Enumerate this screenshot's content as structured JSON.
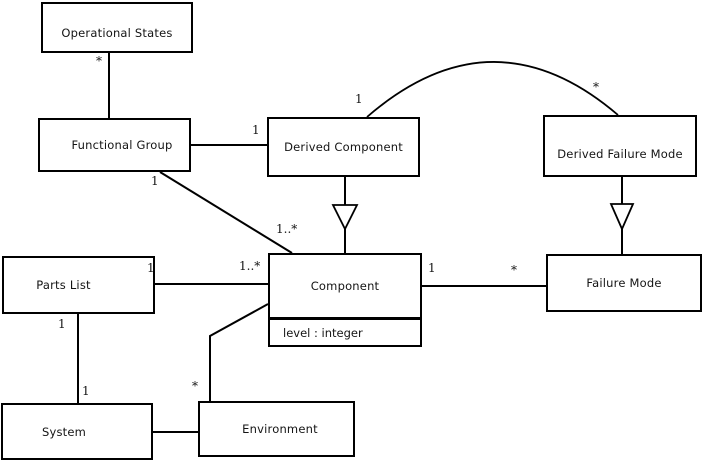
{
  "diagram": {
    "type": "uml-class-diagram",
    "background": "#ffffff",
    "line_color": "#000000",
    "text_color": "#141414"
  },
  "classes": [
    {
      "name": "Operational States"
    },
    {
      "name": "Functional Group"
    },
    {
      "name": "Derived Component"
    },
    {
      "name": "Derived Failure Mode"
    },
    {
      "name": "Parts List"
    },
    {
      "name": "Component",
      "attributes": [
        "level : integer"
      ]
    },
    {
      "name": "Failure Mode"
    },
    {
      "name": "System"
    },
    {
      "name": "Environment"
    }
  ],
  "multiplicities": [
    {
      "end": "operational-states-bottom",
      "text": "*"
    },
    {
      "end": "derived-component-left",
      "text": "1"
    },
    {
      "end": "functional-group-diagonal",
      "text": "1"
    },
    {
      "end": "component-diagonal",
      "text": "1..*"
    },
    {
      "end": "derived-component-arc",
      "text": "1"
    },
    {
      "end": "derived-failure-mode-arc",
      "text": "*"
    },
    {
      "end": "parts-list-right",
      "text": "1"
    },
    {
      "end": "component-left",
      "text": "1..*"
    },
    {
      "end": "component-right",
      "text": "1"
    },
    {
      "end": "failure-mode-left",
      "text": "*"
    },
    {
      "end": "parts-list-bottom",
      "text": "1"
    },
    {
      "end": "system-top",
      "text": "1"
    },
    {
      "end": "environment-top",
      "text": "*"
    }
  ],
  "relationships": [
    {
      "from": "Operational States",
      "to": "Functional Group",
      "kind": "association"
    },
    {
      "from": "Functional Group",
      "to": "Derived Component",
      "kind": "association"
    },
    {
      "from": "Functional Group",
      "to": "Component",
      "kind": "association"
    },
    {
      "from": "Derived Component",
      "to": "Component",
      "kind": "generalization"
    },
    {
      "from": "Derived Component",
      "to": "Derived Failure Mode",
      "kind": "association"
    },
    {
      "from": "Derived Failure Mode",
      "to": "Failure Mode",
      "kind": "generalization"
    },
    {
      "from": "Parts List",
      "to": "Component",
      "kind": "association"
    },
    {
      "from": "Component",
      "to": "Failure Mode",
      "kind": "association"
    },
    {
      "from": "Parts List",
      "to": "System",
      "kind": "association"
    },
    {
      "from": "Component",
      "to": "Environment",
      "kind": "association"
    },
    {
      "from": "System",
      "to": "Environment",
      "kind": "association"
    }
  ]
}
